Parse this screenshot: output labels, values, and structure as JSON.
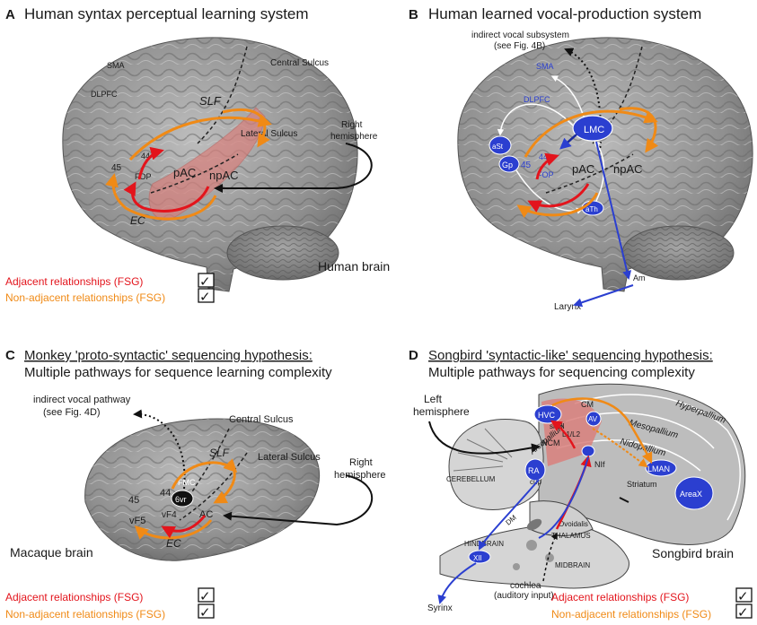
{
  "panels": {
    "A": {
      "letter": "A",
      "title": "Human syntax perceptual learning system",
      "labels": {
        "sma": "SMA",
        "dlpfc": "DLPFC",
        "central_sulcus": "Central Sulcus",
        "slf": "SLF",
        "lateral_sulcus": "Lateral Sulcus",
        "right_hemisphere_1": "Right",
        "right_hemisphere_2": "hemisphere",
        "a44": "44",
        "a45": "45",
        "fop": "FOP",
        "pac": "pAC",
        "npac": "npAC",
        "ec": "EC",
        "brain": "Human brain"
      },
      "legend": {
        "adjacent": "Adjacent relationships (FSG)",
        "nonadjacent": "Non-adjacent relationships (FSG)"
      }
    },
    "B": {
      "letter": "B",
      "title": "Human learned vocal-production system",
      "labels": {
        "indirect_1": "indirect vocal subsystem",
        "indirect_2": "(see Fig. 4B)",
        "sma": "SMA",
        "dlpfc": "DLPFC",
        "lmc": "LMC",
        "ast": "aSt",
        "gp": "Gp",
        "a44": "44",
        "a45": "45",
        "fop": "FOP",
        "pac": "pAC",
        "npac": "npAC",
        "ath": "aTh",
        "am": "Am",
        "larynx": "Larynx"
      }
    },
    "C": {
      "letter": "C",
      "title_1": "Monkey 'proto-syntactic' sequencing hypothesis:",
      "title_2": "Multiple pathways for sequence learning complexity",
      "labels": {
        "indirect_1": "indirect vocal pathway",
        "indirect_2": "(see Fig. 4D)",
        "central_sulcus": "Central Sulcus",
        "lateral_sulcus": "Lateral Sulcus",
        "slf": "SLF",
        "right_1": "Right",
        "right_2": "hemisphere",
        "fmc": "FMC",
        "a44": "44",
        "a45": "45",
        "six_vr": "6vr",
        "vf4": "vF4",
        "vf5": "vF5",
        "ac": "AC",
        "ec": "EC",
        "brain": "Macaque brain"
      },
      "legend": {
        "adjacent": "Adjacent relationships (FSG)",
        "nonadjacent": "Non-adjacent relationships (FSG)"
      }
    },
    "D": {
      "letter": "D",
      "title_1": "Songbird 'syntactic-like' sequencing hypothesis:",
      "title_2": "Multiple pathways for sequencing complexity",
      "labels": {
        "left_1": "Left",
        "left_2": "hemisphere",
        "hvc": "HVC",
        "cm": "CM",
        "av": "AV",
        "shell": "shell",
        "l12": "L1/L2",
        "ncm": "NCM",
        "nif": "NIf",
        "ra": "RA",
        "arcopallium": "Arcopallium",
        "cup": "cup",
        "hyperpallium": "Hyperpallium",
        "mesopallium": "Mesopallium",
        "nidopallium": "Nidopallium",
        "lman": "LMAN",
        "striatum": "Striatum",
        "areax": "AreaX",
        "cerebellum": "CEREBELLUM",
        "dm": "DM",
        "ovoidalis": "Ovoidalis",
        "thalamus": "THALAMUS",
        "hindbrain": "HINDBRAIN",
        "xii": "XII",
        "midbrain": "MIDBRAIN",
        "cochlea_1": "cochlea",
        "cochlea_2": "(auditory input)",
        "syrinx": "Syrinx",
        "brain": "Songbird brain"
      },
      "legend": {
        "adjacent": "Adjacent relationships (FSG)",
        "nonadjacent": "Non-adjacent relationships (FSG)"
      }
    }
  },
  "checkmark": "✓",
  "colors": {
    "adjacent": "#e3141c",
    "nonadjacent": "#f08a16",
    "vocal": "#2b3fd0",
    "black": "#111111",
    "brain_gray": "#9a9a9a",
    "auditory_overlay": "#d9807c"
  }
}
